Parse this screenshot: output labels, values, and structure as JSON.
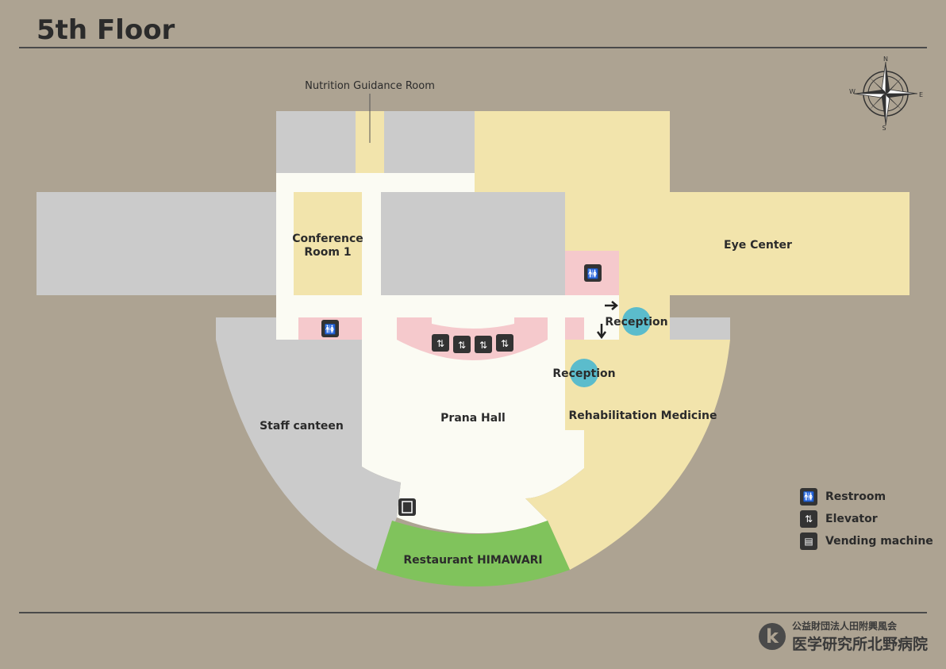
{
  "floor_title": "5th Floor",
  "rooms": {
    "nutrition": "Nutrition Guidance Room",
    "conference": "Conference\nRoom 1",
    "eye_center": "Eye Center",
    "reception_upper": "Reception",
    "reception_lower": "Reception",
    "staff_canteen": "Staff canteen",
    "prana_hall": "Prana Hall",
    "rehabilitation": "Rehabilitation Medicine",
    "restaurant": "Restaurant HIMAWARI"
  },
  "compass": {
    "n": "N",
    "e": "E",
    "s": "S",
    "w": "W"
  },
  "legend": [
    {
      "icon": "restroom-icon",
      "glyph": "🚻",
      "label": "Restroom"
    },
    {
      "icon": "elevator-icon",
      "glyph": "⇅",
      "label": "Elevator"
    },
    {
      "icon": "vending-machine-icon",
      "glyph": "▤",
      "label": "Vending machine"
    }
  ],
  "logo": {
    "mark": "k",
    "org": "公益財団法人田附興風会",
    "name": "医学研究所北野病院"
  },
  "colors": {
    "background": "#ada392",
    "gray_room": "#cbcbcb",
    "yellow_room": "#f2e4ac",
    "corridor": "#fbfbf3",
    "pink_area": "#f5c9cc",
    "green_restaurant": "#80c35c",
    "reception": "#5bbccc",
    "icon_dark": "#333333"
  }
}
